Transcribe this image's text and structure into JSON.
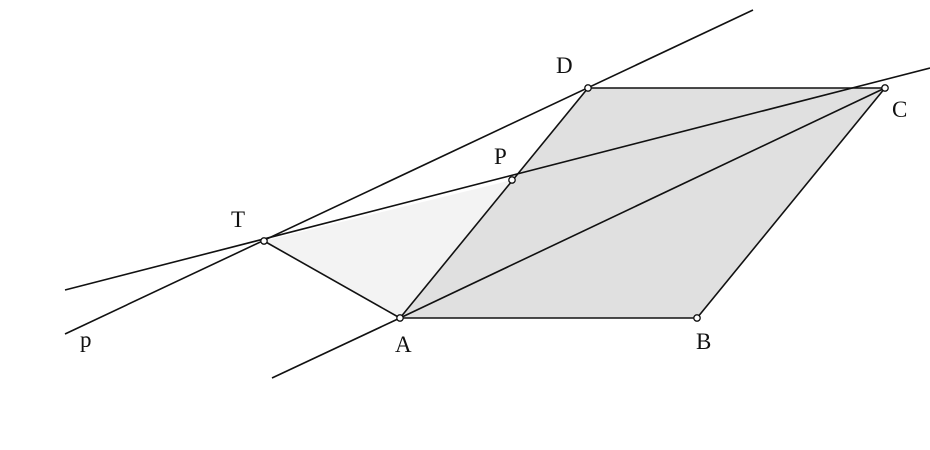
{
  "labels": {
    "A": "A",
    "B": "B",
    "C": "C",
    "D": "D",
    "P": "P",
    "T": "T",
    "p": "p"
  },
  "colors": {
    "stroke": "#111111",
    "parallelogram_fill": "#e0e0e0",
    "triangle_fill": "#f3f3f3",
    "background": "#ffffff"
  }
}
